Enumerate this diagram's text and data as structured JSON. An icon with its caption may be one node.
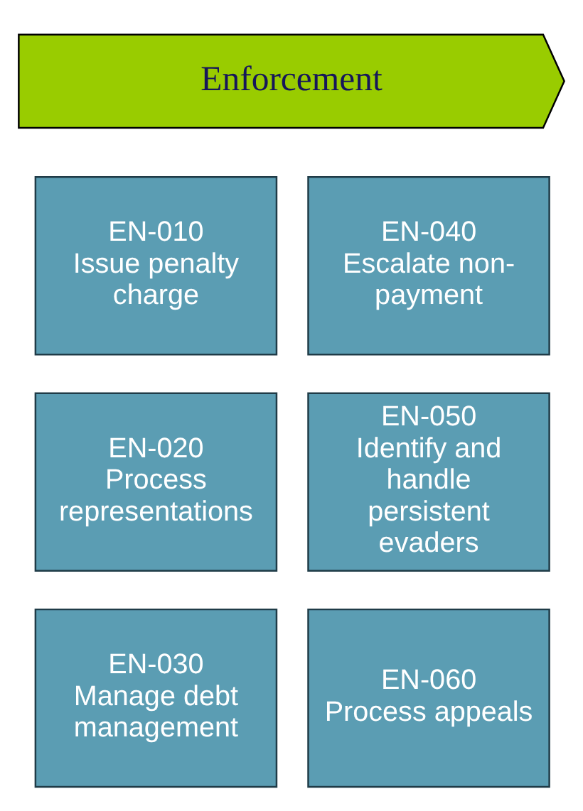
{
  "diagram": {
    "nodes": [
      {
        "text": [
          "Enforcement"
        ]
      },
      {
        "text": [
          "EN-010",
          "Issue penalty charge"
        ]
      },
      {
        "text": [
          "EN-020",
          "Process representations"
        ]
      },
      {
        "text": [
          "EN-030",
          "Manage debt management"
        ]
      },
      {
        "text": [
          "EN-040",
          "Escalate non-payment"
        ]
      },
      {
        "text": [
          "EN-050",
          "Identify and handle persistent evaders"
        ]
      },
      {
        "text": [
          "EN-060",
          "Process appeals"
        ]
      }
    ]
  }
}
